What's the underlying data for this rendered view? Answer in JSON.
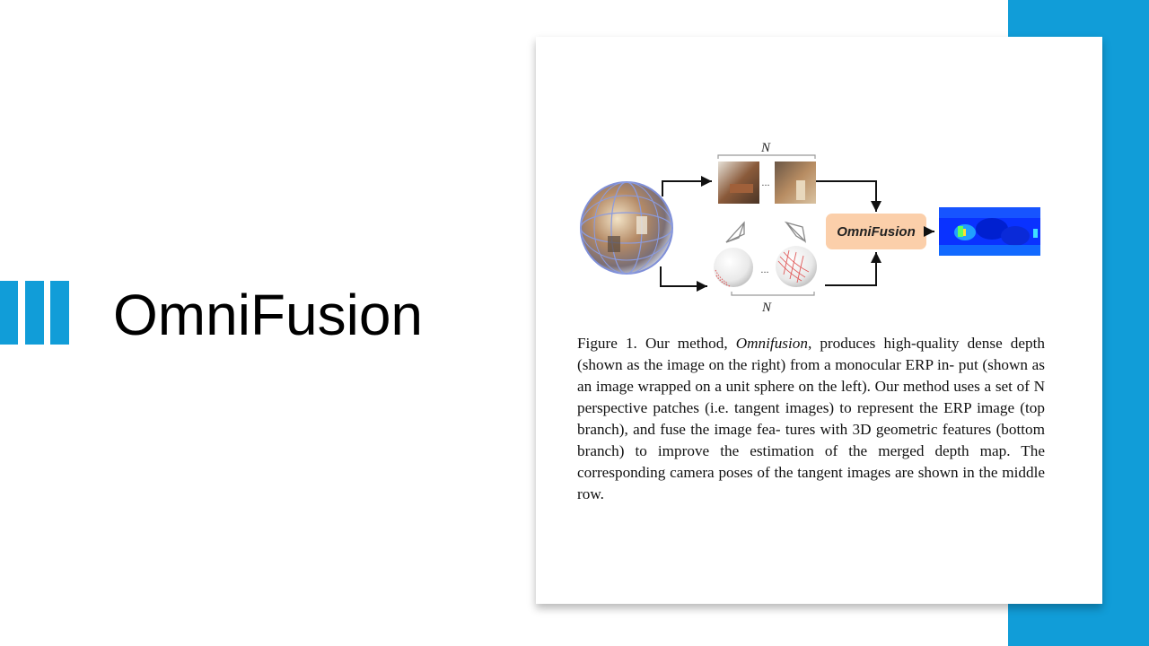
{
  "slide": {
    "title": "OmniFusion"
  },
  "figure": {
    "top_patch_label": "N",
    "bottom_patch_label": "N",
    "ellipsis": "...",
    "module_label": "OmniFusion"
  },
  "caption": {
    "prefix": "Figure 1.  Our method, ",
    "method": "Omnifusion",
    "body": ", produces high-quality dense depth (shown as the image on the right) from a monocular ERP in- put (shown as an image wrapped on a unit sphere on the left). Our method uses a set of N perspective patches (i.e. tangent images) to represent the ERP image (top branch), and fuse the image fea- tures with 3D geometric features (bottom branch) to improve the estimation of the merged depth map. The corresponding camera poses of the tangent images are shown in the middle row."
  },
  "colors": {
    "accent": "#119dd8",
    "module_fill": "#fbcfaa",
    "depth_base": "#0a32ff"
  }
}
